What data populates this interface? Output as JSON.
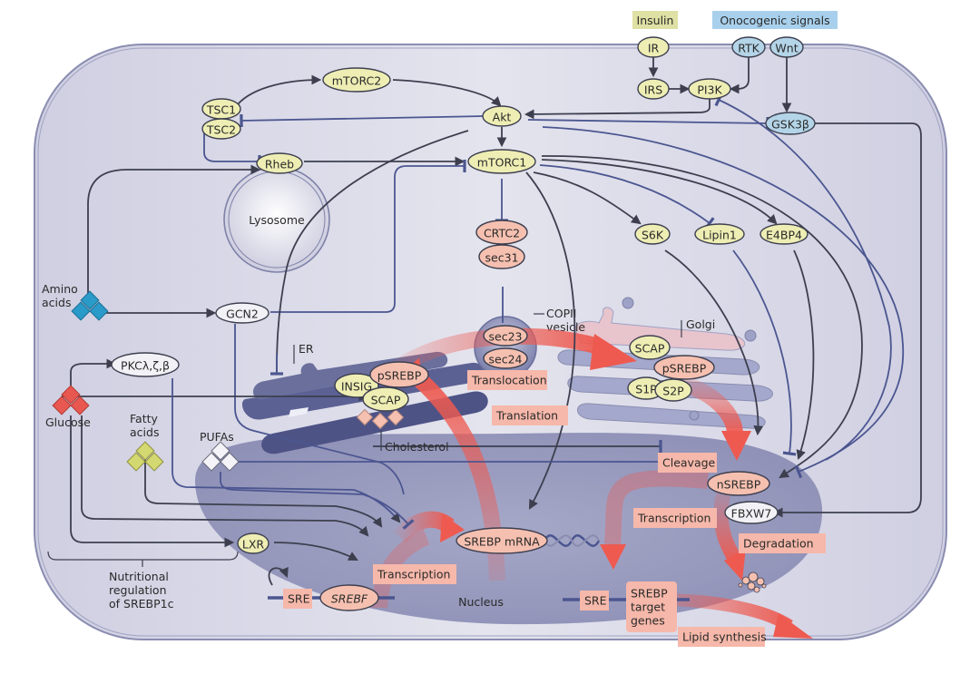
{
  "diagram": {
    "title": "Regulation of SREBP signalling",
    "colors": {
      "cell_fill": "#d4d4e4",
      "cell_border": "#8a8db0",
      "nucleus_fill": "#9a9cc0",
      "er_fill": "#6a6f9c",
      "golgi_pink": "#e8c4cc",
      "golgi_blue": "#a4a8cc",
      "node_yellow": "#eeeeb4",
      "node_pink": "#f6c0b0",
      "node_blue": "#b4d4e8",
      "node_white": "#f2f2f6",
      "label_pink_box": "#f6b8aa",
      "arrow_red": "#ee5a50",
      "insulin_box": "#dfe0a4",
      "oncogenic_box": "#a8d0ec",
      "amino_acid_diamond": "#2a9ac8",
      "glucose_diamond": "#e85850",
      "fatty_acid_diamond": "#d4d870",
      "pufa_diamond": "#f4f4f8",
      "cholesterol_diamond": "#f6c0b0"
    },
    "signal_headers": {
      "insulin": "Insulin",
      "oncogenic": "Onocogenic signals"
    },
    "nodes": {
      "ir": "IR",
      "irs": "IRS",
      "pi3k": "PI3K",
      "rtk": "RTK",
      "wnt": "Wnt",
      "gsk3b": "GSK3β",
      "akt": "Akt",
      "mtorc2": "mTORC2",
      "mtorc1": "mTORC1",
      "tsc1": "TSC1",
      "tsc2": "TSC2",
      "rheb": "Rheb",
      "crtc2": "CRTC2",
      "sec31": "sec31",
      "sec23": "sec23",
      "sec24": "sec24",
      "s6k": "S6K",
      "lipin1": "Lipin1",
      "e4bp4": "E4BP4",
      "gcn2": "GCN2",
      "pkc": "PKCλ,ζ,β",
      "insig": "INSIG",
      "scap_er": "SCAP",
      "psrebp_er": "pSREBP",
      "scap_golgi": "SCAP",
      "psrebp_golgi": "pSREBP",
      "s1p": "S1P",
      "s2p": "S2P",
      "nsrebp": "nSREBP",
      "fbxw7": "FBXW7",
      "lxr": "LXR",
      "srebp_mrna": "SREBP mRNA",
      "srebf": "SREBF"
    },
    "compartments": {
      "lysosome": "Lysosome",
      "er": "ER",
      "golgi": "Golgi",
      "copii_line1": "COPII",
      "copii_line2": "vesicle",
      "nucleus": "Nucleus"
    },
    "nutrients": {
      "amino_acids_line1": "Amino",
      "amino_acids_line2": "acids",
      "glucose": "Glucose",
      "fatty_acids_line1": "Fatty",
      "fatty_acids_line2": "acids",
      "pufas": "PUFAs",
      "cholesterol": "Cholesterol"
    },
    "process_labels": {
      "translocation": "Translocation",
      "translation": "Translation",
      "cleavage": "Cleavage",
      "transcription_left": "Transcription",
      "transcription_right": "Transcription",
      "degradation": "Degradation",
      "lipid_synthesis": "Lipid synthesis",
      "sre_left": "SRE",
      "sre_right": "SRE",
      "target_genes_line1": "SREBP",
      "target_genes_line2": "target",
      "target_genes_line3": "genes"
    },
    "annotation": {
      "line1": "Nutritional",
      "line2": "regulation",
      "line3": "of SREBP1c"
    }
  }
}
